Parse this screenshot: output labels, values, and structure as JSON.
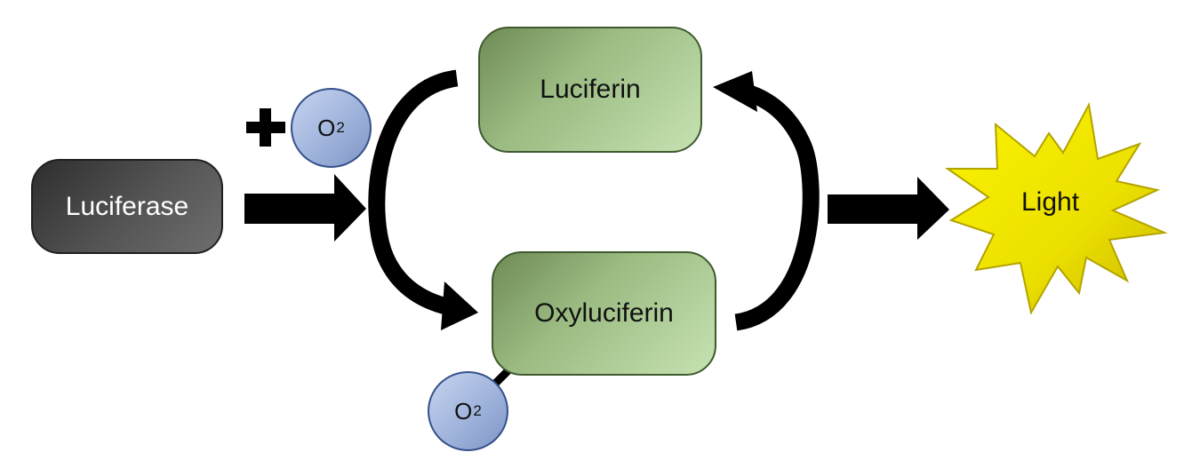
{
  "nodes": {
    "luciferase": "Luciferase",
    "luciferin": "Luciferin",
    "oxyluciferin": "Oxyluciferin",
    "light": "Light"
  },
  "oxygen_input": {
    "symbol": "O",
    "subscript": "2"
  },
  "oxygen_bound": {
    "symbol": "O",
    "subscript": "2"
  },
  "colors": {
    "substrate_fill": "#9bbb82",
    "enzyme_fill": "#555555",
    "oxygen_fill": "#9fb3dc",
    "light_fill": "#f1e000",
    "arrow": "#000000"
  }
}
